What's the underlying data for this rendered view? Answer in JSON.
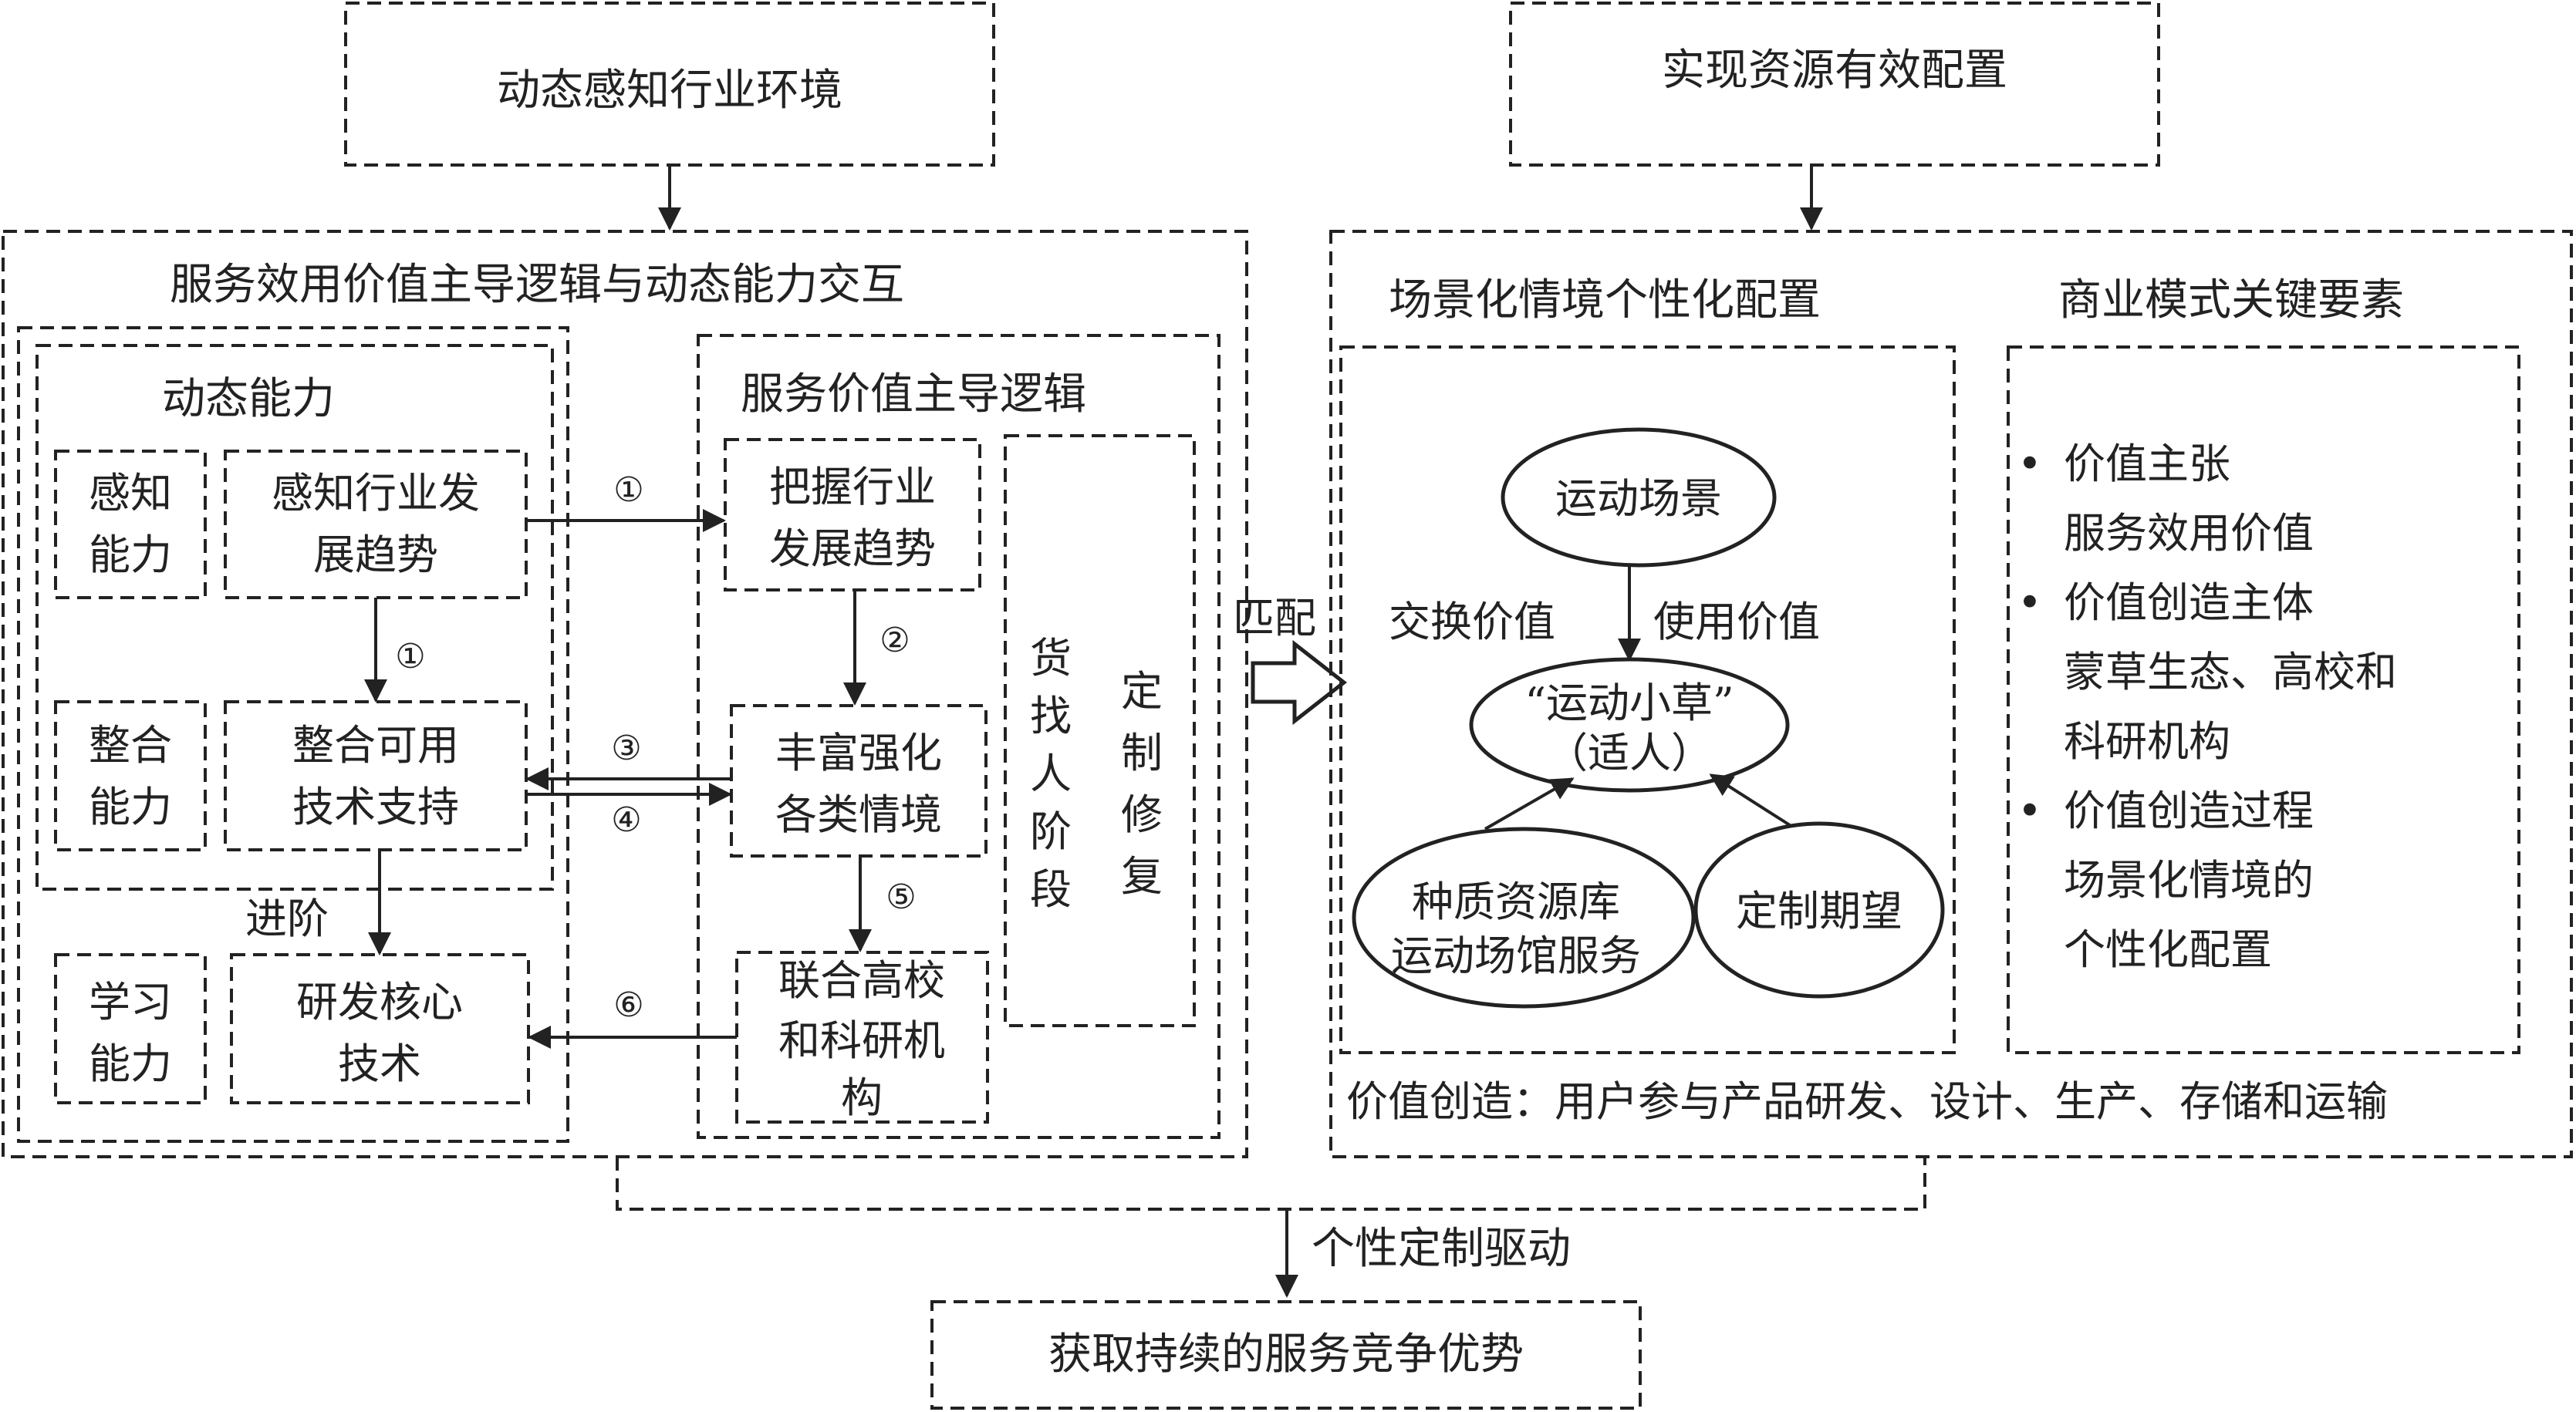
{
  "top_left_box": "动态感知行业环境",
  "top_right_box": "实现资源有效配置",
  "left_panel": {
    "title": "服务效用价值主导逻辑与动态能力交互",
    "dynamic_capability": {
      "title": "动态能力",
      "perception_label": [
        "感知",
        "能力"
      ],
      "perception_action": [
        "感知行业发",
        "展趋势"
      ],
      "integration_label": [
        "整合",
        "能力"
      ],
      "integration_action": [
        "整合可用",
        "技术支持"
      ],
      "advance_label": "进阶",
      "learning_label": [
        "学习",
        "能力"
      ],
      "learning_action": [
        "研发核心",
        "技术"
      ]
    },
    "service_logic": {
      "title": "服务价值主导逻辑",
      "grasp": [
        "把握行业",
        "发展趋势"
      ],
      "enrich": [
        "丰富强化",
        "各类情境"
      ],
      "unite": [
        "联合高校",
        "和科研机",
        "构"
      ],
      "stage_a": [
        "货",
        "找",
        "人",
        "阶",
        "段"
      ],
      "stage_b": [
        "定",
        "制",
        "修",
        "复"
      ]
    },
    "arrow_labels": [
      "①",
      "①",
      "②",
      "③",
      "④",
      "⑤",
      "⑥"
    ]
  },
  "match_label": "匹配",
  "right_panel": {
    "scene_title": "场景化情境个性化配置",
    "model_title": "商业模式关键要素",
    "sport_scene": "运动场景",
    "exchange_value": "交换价值",
    "use_value": "使用价值",
    "center_line1": "“运动小草”",
    "center_line2": "（适人）",
    "resource_line1": "种质资源库",
    "resource_line2": "运动场馆服务",
    "custom_expect": "定制期望",
    "elements": [
      "价值主张",
      "服务效用价值",
      "价值创造主体",
      "蒙草生态、高校和",
      "科研机构",
      "价值创造过程",
      "场景化情境的",
      "个性化配置"
    ],
    "bullet": "•",
    "value_creation": "价值创造：用户参与产品研发、设计、生产、存储和运输"
  },
  "drive_label": "个性定制驱动",
  "bottom_box": "获取持续的服务竞争优势"
}
